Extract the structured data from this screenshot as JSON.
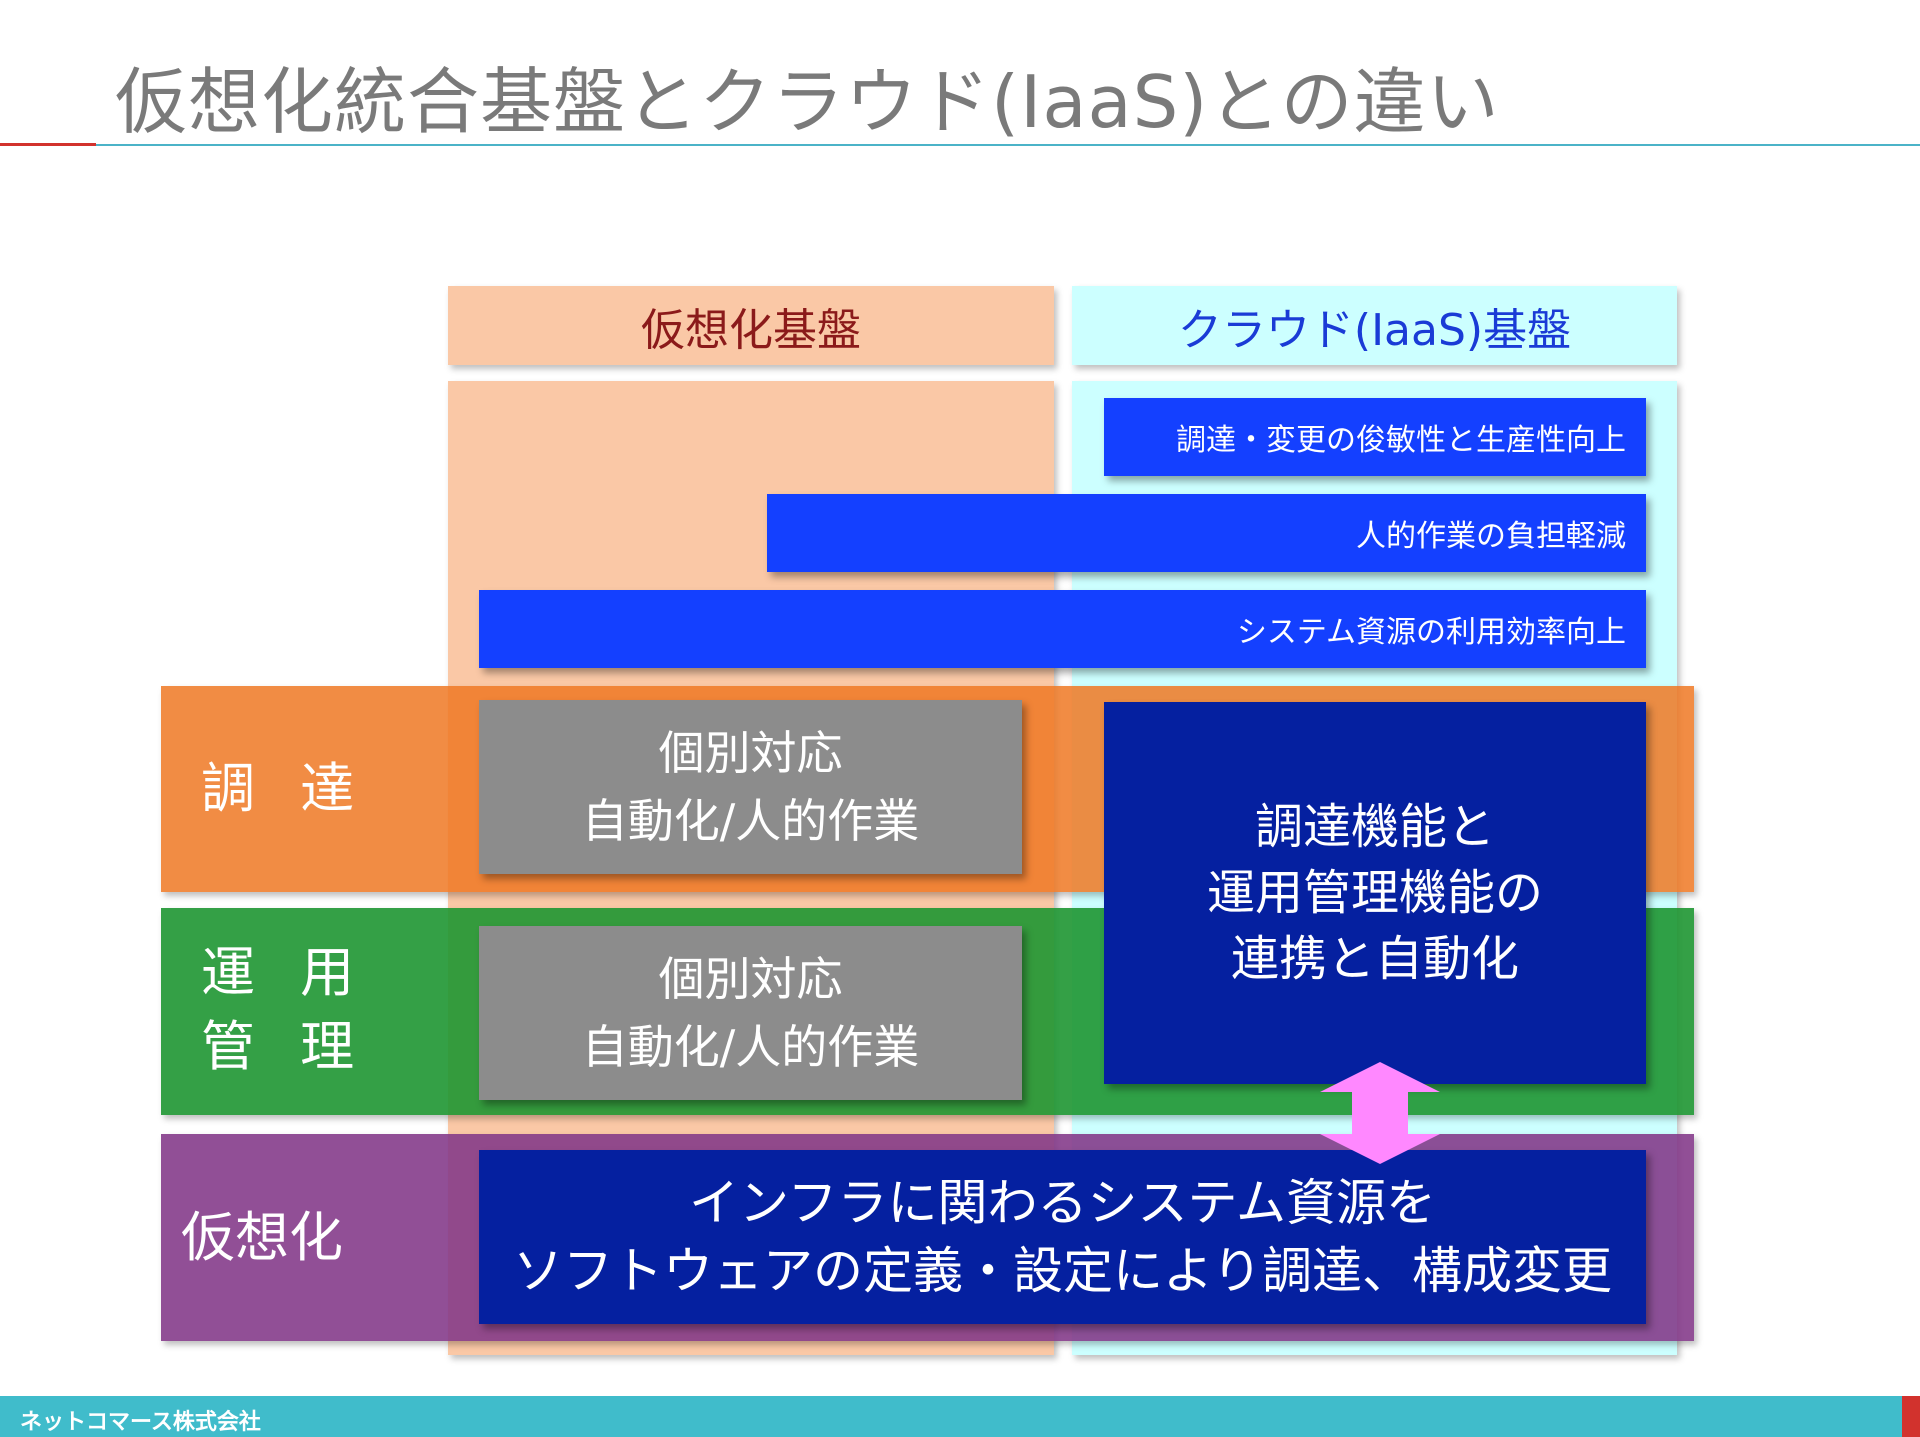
{
  "title": "仮想化統合基盤とクラウド(IaaS)との違い",
  "columns": {
    "virtualization": "仮想化基盤",
    "cloud": "クラウド(IaaS)基盤"
  },
  "benefit_bars": {
    "procurement_agility": "調達・変更の俊敏性と生産性向上",
    "human_workload": "人的作業の負担軽減",
    "resource_efficiency": "システム資源の利用効率向上"
  },
  "rows": {
    "procurement": "調 達",
    "operations_line1": "運 用",
    "operations_line2": "管 理",
    "virtualization": "仮想化"
  },
  "procurement_box": {
    "line1": "個別対応",
    "line2": "自動化/人的作業"
  },
  "operations_box": {
    "line1": "個別対応",
    "line2": "自動化/人的作業"
  },
  "cloud_box": {
    "line1": "調達機能と",
    "line2": "運用管理機能の",
    "line3": "連携と自動化"
  },
  "virtualization_box": {
    "line1": "インフラに関わるシステム資源を",
    "line2": "ソフトウェアの定義・設定により調達、構成変更"
  },
  "footer": {
    "company": "ネットコマース株式会社"
  },
  "colors": {
    "virtualization_column": "#fac8a6",
    "cloud_column": "#ccffff",
    "procurement_band": "#f08a3a",
    "operations_band": "#2e9c3e",
    "virtualization_band": "#8a4a90",
    "benefit_bar": "#1440ff",
    "navy_box": "#0520a0",
    "gray_box": "#8c8c8c",
    "arrow": "#ff88ff",
    "footer": "#40bccb"
  }
}
